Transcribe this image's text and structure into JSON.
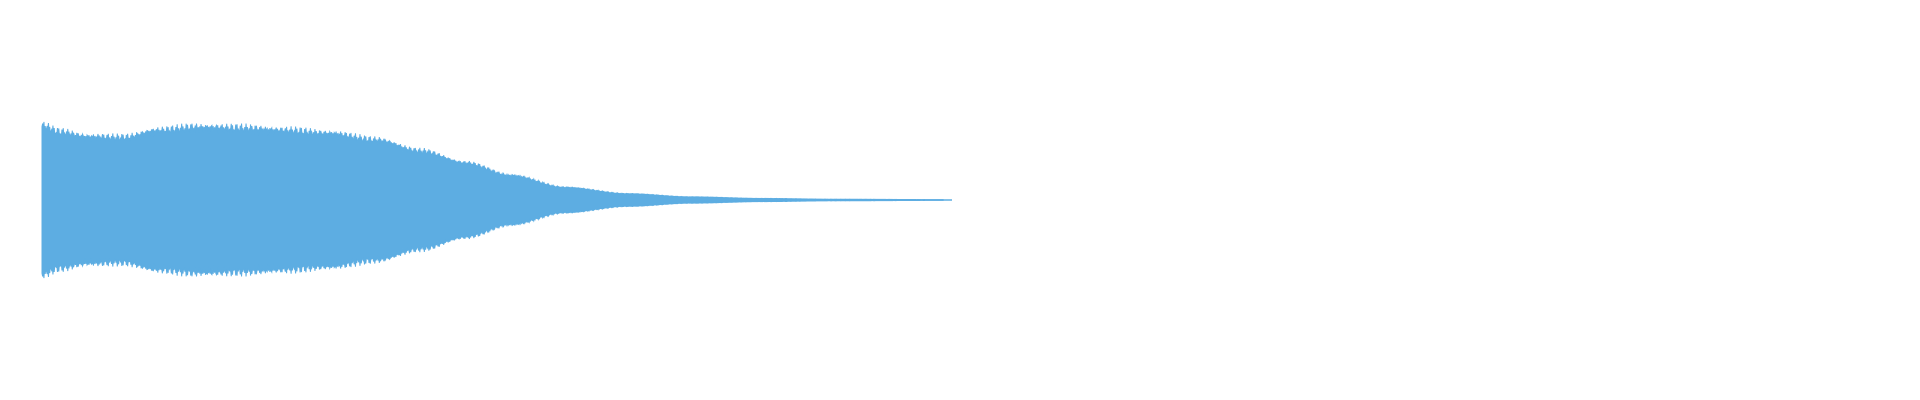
{
  "waveform": {
    "color": "#5dade2",
    "background": "#ffffff",
    "duration_fraction_filled": 0.485,
    "envelope": {
      "description_points_fraction_of_filled_length": [
        0,
        0.02,
        0.05,
        0.09,
        0.13,
        0.17,
        0.22,
        0.27,
        0.32,
        0.37,
        0.42,
        0.47,
        0.52,
        0.58,
        0.65,
        0.72,
        0.8,
        0.88,
        1.0
      ],
      "amplitude_fraction": [
        0.94,
        0.86,
        0.8,
        0.79,
        0.88,
        0.92,
        0.91,
        0.88,
        0.84,
        0.76,
        0.62,
        0.47,
        0.31,
        0.16,
        0.08,
        0.04,
        0.02,
        0.01,
        0.005
      ]
    }
  }
}
